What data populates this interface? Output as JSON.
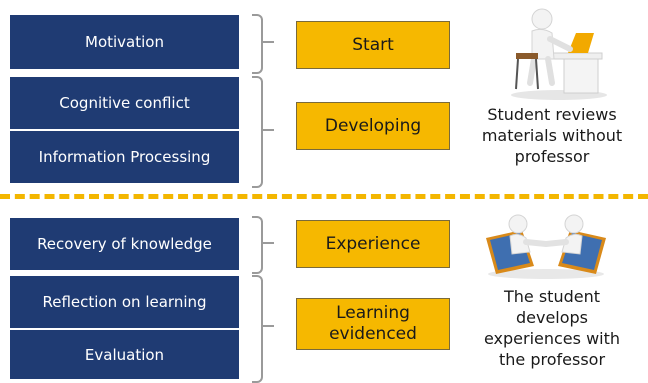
{
  "top_section": {
    "phases": [
      "Motivation",
      "Cognitive conflict",
      "Information Processing"
    ],
    "stage_start": "Start",
    "stage_developing": "Developing",
    "note": [
      "Student reviews",
      "materials without",
      "professor"
    ]
  },
  "bottom_section": {
    "phases": [
      "Recovery of knowledge",
      "Reflection on learning",
      "Evaluation"
    ],
    "stage_experience": "Experience",
    "stage_learning": [
      "Learning",
      "evidenced"
    ],
    "note": [
      "The student",
      "develops",
      "experiences with",
      "the professor"
    ]
  },
  "colors": {
    "blue_box": "#1f3b73",
    "gold_box": "#f6b800",
    "divider": "#f3b600"
  },
  "icons": [
    "student-at-desk-icon",
    "handshake-laptops-icon"
  ]
}
